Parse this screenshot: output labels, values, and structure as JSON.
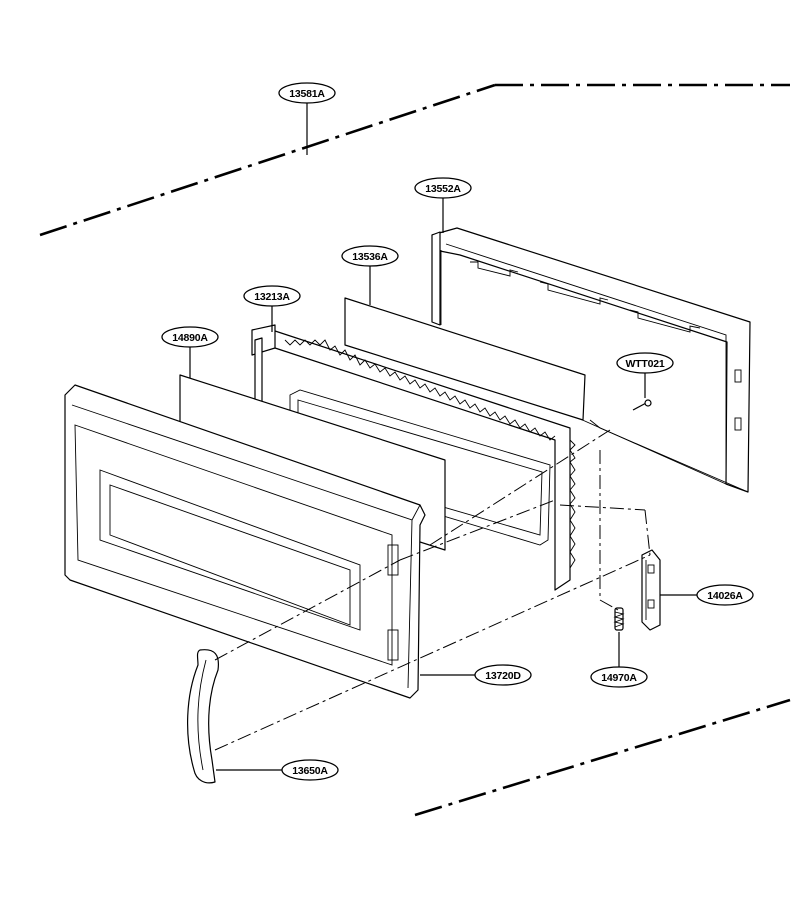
{
  "diagram": {
    "callouts": [
      {
        "id": "13581A"
      },
      {
        "id": "13552A"
      },
      {
        "id": "13536A"
      },
      {
        "id": "13213A"
      },
      {
        "id": "14890A"
      },
      {
        "id": "WTT021"
      },
      {
        "id": "14026A"
      },
      {
        "id": "14970A"
      },
      {
        "id": "13720D"
      },
      {
        "id": "13650A"
      }
    ]
  }
}
